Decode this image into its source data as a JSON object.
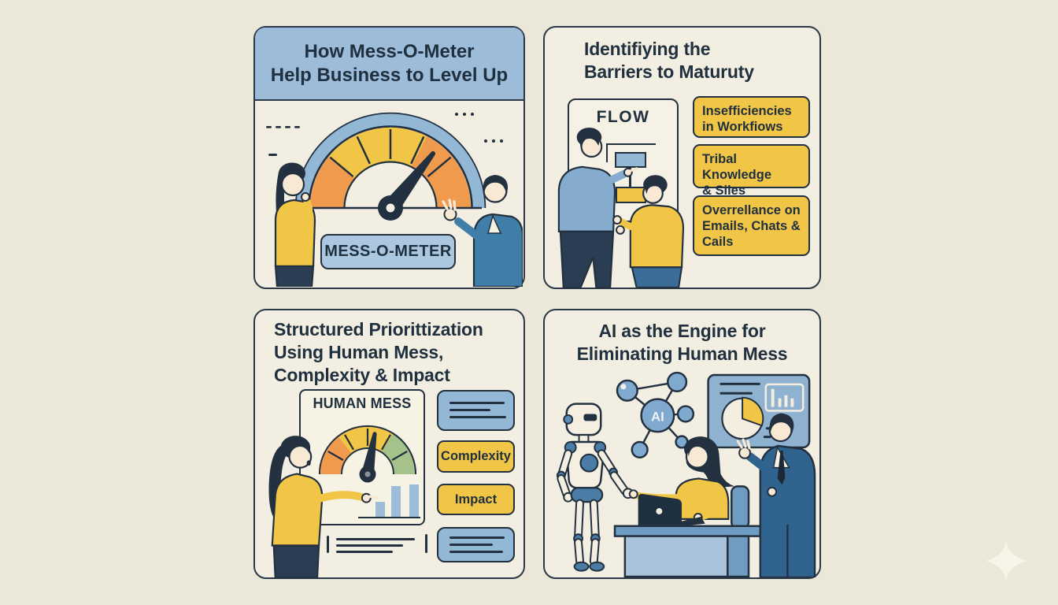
{
  "palette": {
    "background": "#ebe7d9",
    "panel_fill": "#f2efe2",
    "ink_navy": "#22303f",
    "header_blue": "#9cbcd9",
    "label_blue": "#abc8e0",
    "box_blue": "#92b8d6",
    "yellow": "#f1c646",
    "orange": "#f09a4e",
    "green": "#a5c28b",
    "steel_blue": "#3f7ea9",
    "suit_blue": "#30648f",
    "skin": "#f7e9d3"
  },
  "panels": {
    "meter": {
      "title": "How Mess-O-Meter\nHelp Business to Level Up",
      "gauge_label": "MESS-O-METER"
    },
    "barriers": {
      "title": "Identifiying the\nBarriers to Maturuty",
      "board_label": "FLOW",
      "items": [
        {
          "label": "Insefficiencies\nin Workfiows"
        },
        {
          "label": "Tribal Knowledge\n& Siles"
        },
        {
          "label": "Overrellance on\nEmails, Chats &\nCails"
        }
      ]
    },
    "prioritization": {
      "title": "Structured Priorittization\nUsing Human Mess,\nComplexity & Impact",
      "card_label": "HUMAN MESS",
      "tags": [
        {
          "label": "Complexity"
        },
        {
          "label": "Impact"
        }
      ]
    },
    "ai": {
      "title": "AI as the Engine for\nEliminating Human Mess",
      "node_label": "AI"
    }
  }
}
